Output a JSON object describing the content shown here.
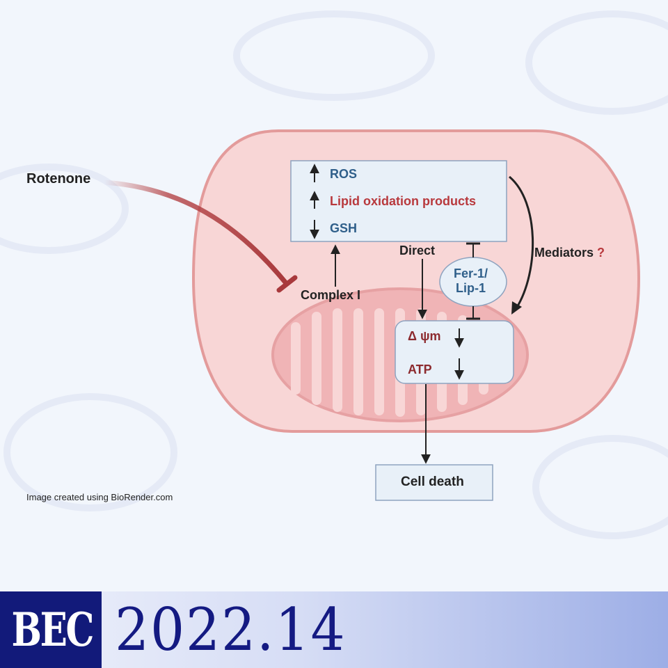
{
  "diagram": {
    "rotenone_label": "Rotenone",
    "box_items": [
      {
        "arrow": "up",
        "text": "ROS"
      },
      {
        "arrow": "up",
        "text": "Lipid oxidation products"
      },
      {
        "arrow": "down",
        "text": "GSH"
      }
    ],
    "complex_label": "Complex I",
    "direct_label": "Direct",
    "inhibitor_label": [
      "Fer-1/",
      "Lip-1"
    ],
    "mediators_label": "Mediators",
    "mediators_mark": "?",
    "dpsi_label": "Δ ψm",
    "atp_label": "ATP",
    "cell_death_label": "Cell death",
    "credit": "Image created using BioRender.com",
    "colors": {
      "cell_fill": "#f8d6d6",
      "cell_stroke": "#e39b9b",
      "rotenone_line": "#b5474a",
      "blue_text": "#2f5f8a",
      "red_text": "#b8393d"
    }
  },
  "footer": {
    "journal": "BEC",
    "issue": "2022.14"
  }
}
